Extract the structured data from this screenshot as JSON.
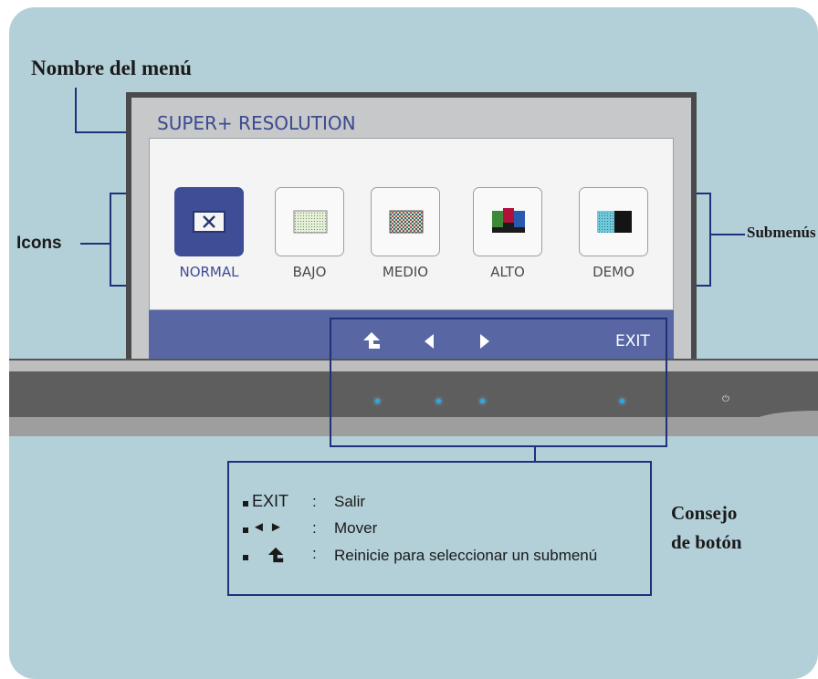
{
  "labels": {
    "menu_name": "Nombre del menú",
    "icons": "Icons",
    "submenus": "Submenús",
    "button_tip_line1": "Consejo",
    "button_tip_line2": "de botón"
  },
  "osd": {
    "title": "SUPER+ RESOLUTION",
    "items": [
      {
        "label": "NORMAL",
        "icon": "close-x-icon",
        "selected": true
      },
      {
        "label": "BAJO",
        "icon": "low-pattern-icon",
        "selected": false
      },
      {
        "label": "MEDIO",
        "icon": "medium-pattern-icon",
        "selected": false
      },
      {
        "label": "ALTO",
        "icon": "high-color-bars-icon",
        "selected": false
      },
      {
        "label": "DEMO",
        "icon": "demo-split-icon",
        "selected": false
      }
    ],
    "nav": {
      "up_icon": "up-return-arrow-icon",
      "left_icon": "left-arrow-icon",
      "right_icon": "right-arrow-icon",
      "exit_label": "EXIT"
    }
  },
  "tips": [
    {
      "key": "EXIT",
      "sep": ":",
      "text": "Salir"
    },
    {
      "key": "◄ ►",
      "sep": ":",
      "text": "Mover"
    },
    {
      "key": "⮬",
      "sep": ":",
      "text": "Reinicie para seleccionar un submenú"
    }
  ],
  "colors": {
    "panel": "#b3d0d9",
    "accent": "#3d4d96",
    "osd_bar": "#5866a4",
    "led": "#2aa8e8",
    "callout_line": "#20307a"
  }
}
